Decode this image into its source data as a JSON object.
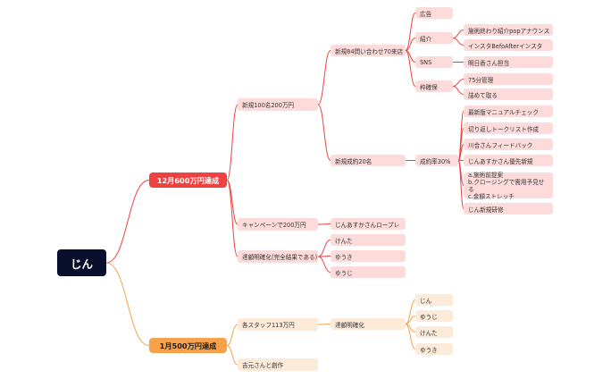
{
  "colors": {
    "root_bg": "#0b0f2e",
    "branch_red": "#ef4140",
    "branch_orange": "#f7a24b",
    "node_red": "#fedbdb",
    "node_orange": "#fdebd9",
    "link_red": "#ef4140",
    "link_orange": "#f7a24b"
  },
  "root": {
    "label": "じん"
  },
  "branch_dec": {
    "label": "12月600万円達成",
    "new100": {
      "label": "新規100名200万円",
      "inquiry": {
        "label": "新規84問い合わせ70来店",
        "ad": "広告",
        "referral": {
          "label": "紹介",
          "items": [
            "施術終わり紹介popアナウンス",
            "インスタBefoAfterインスタ"
          ]
        },
        "sns": {
          "label": "SNS",
          "owner": "明日香さん担当"
        },
        "slots": {
          "label": "枠確保",
          "items": [
            "75分管理",
            "詰めて取る"
          ]
        }
      },
      "contract": {
        "label": "新規成約20名",
        "rate": {
          "label": "成約率30%",
          "items": [
            "最新版マニュアルチェック",
            "切り返しトークリスト作成",
            "川合さんフィードバック",
            "じんあすかさん優先新規"
          ],
          "multi_lines": [
            "a.施術前提案",
            "b.クロージングで需用予見せる",
            "c.金額ストレッチ"
          ],
          "last": "じん新規研修"
        }
      }
    },
    "campaign": {
      "label": "キャンペーンで200万円",
      "child": "じんあすかさんロープレ"
    },
    "clarify": {
      "label": "達顧明確化(完全結果である)",
      "items": [
        "けんた",
        "ゆうき",
        "ゆうじ"
      ]
    }
  },
  "branch_jan": {
    "label": "1月500万円達成",
    "staff": {
      "label": "各スタッフ113万円",
      "clarify": {
        "label": "達顧明確化",
        "items": [
          "じん",
          "ゆうじ",
          "けんた",
          "ゆうき"
        ]
      }
    },
    "creative": "吉元さんと創作"
  }
}
